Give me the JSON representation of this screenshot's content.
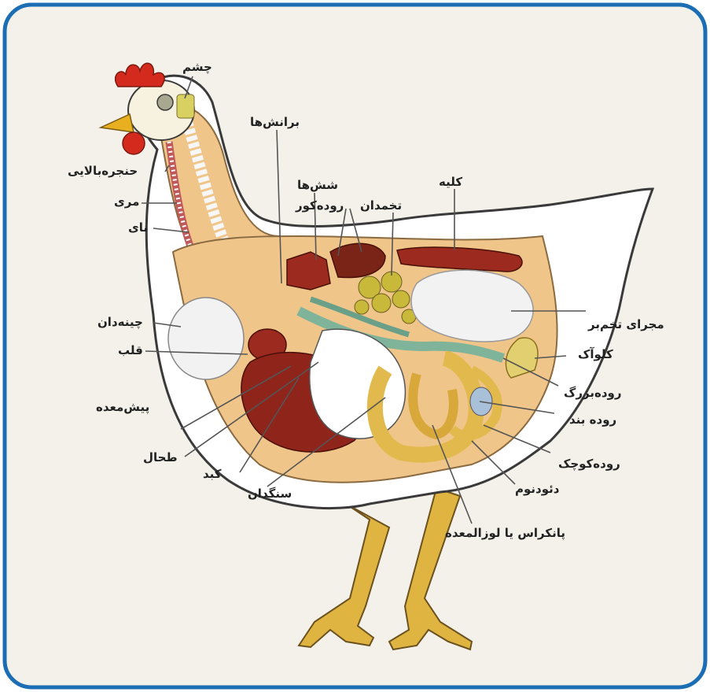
{
  "colors": {
    "frame": "#1b6eb4",
    "panel": "#f4f1ea",
    "outline": "#3a3a3a",
    "body_fill": "#ffffff",
    "comb": "#d42a1e",
    "beak": "#e8b020",
    "legs": "#e0b440",
    "cavity": "#f0c58a",
    "organ_red": "#9c2a1e",
    "organ_liver": "#8e241a",
    "intestine": "#e2b94c",
    "ovary": "#c9b93b",
    "trachea": "#c05a5a",
    "green_duct": "#7fb39a",
    "white_organ": "#f2f2f2",
    "leader_line": "#555555"
  },
  "labels": {
    "eye": "چشم",
    "bronchi": "برانش‌ها",
    "lungs": "شش‌ها",
    "cecum": "روده‌کور",
    "ovary": "تخمدان",
    "kidney": "کلیه",
    "larynx": "حنجره‌بالایی",
    "esophagus": "مری",
    "trachea": "نای",
    "crop": "چینه‌دان",
    "heart": "قلب",
    "proventriculus": "پیش‌معده",
    "spleen": "طحال",
    "liver": "کبد",
    "gizzard": "سنگدان",
    "oviduct": "مجرای تخم‌بر",
    "cloaca": "کلوآک",
    "large_intestine": "روده‌بزرگ",
    "mesentery": "روده بند",
    "small_intestine": "روده‌کوچک",
    "duodenum": "دئودنوم",
    "pancreas": "پانکراس یا لوزالمعده"
  }
}
